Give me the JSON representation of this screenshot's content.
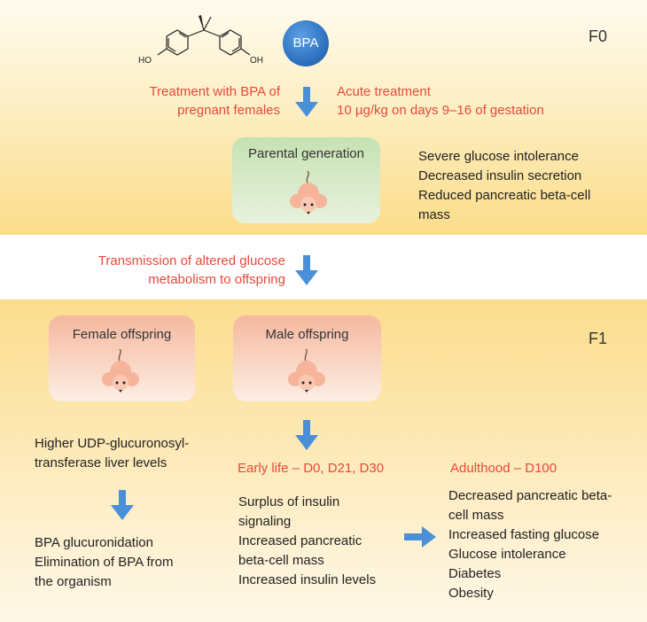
{
  "f0": {
    "generation": "F0",
    "molecule_oh_left": "HO",
    "molecule_oh_right": "OH",
    "bpa_badge": "BPA",
    "treatment_left": [
      "Treatment with BPA of",
      "pregnant females"
    ],
    "treatment_right": [
      "Acute treatment",
      "10 µg/kg on days 9–16 of gestation"
    ],
    "parental_box_label": "Parental generation",
    "parental_effects": [
      "Severe glucose intolerance",
      "Decreased insulin secretion",
      "Reduced pancreatic beta-cell",
      "mass"
    ]
  },
  "transmission": [
    "Transmission of altered glucose",
    "metabolism to offspring"
  ],
  "f1": {
    "generation": "F1",
    "female_box_label": "Female offspring",
    "male_box_label": "Male offspring",
    "female_effects": [
      "Higher UDP-glucuronosyl-",
      "transferase liver levels"
    ],
    "female_outcome": [
      "BPA glucuronidation",
      "Elimination of BPA from",
      "the organism"
    ],
    "early_life_title": "Early life – D0, D21, D30",
    "early_life_effects": [
      "Surplus of insulin",
      "signaling",
      "Increased pancreatic",
      "beta-cell mass",
      "Increased insulin levels"
    ],
    "adulthood_title": "Adulthood – D100",
    "adulthood_effects": [
      "Decreased pancreatic beta-",
      "cell mass",
      "Increased fasting glucose",
      "Glucose intolerance",
      "Diabetes",
      "Obesity"
    ]
  },
  "colors": {
    "accent_red": "#e8493b",
    "arrow_blue": "#4a90d9",
    "f0_panel": "#fbdc89",
    "parental_box": "#c5e2b2",
    "offspring_box": "#f5b89e",
    "bpa_badge": "#2f74c0"
  },
  "icons": [
    "bpa-molecule-icon",
    "mouse-icon",
    "down-arrow-icon",
    "right-arrow-icon"
  ]
}
